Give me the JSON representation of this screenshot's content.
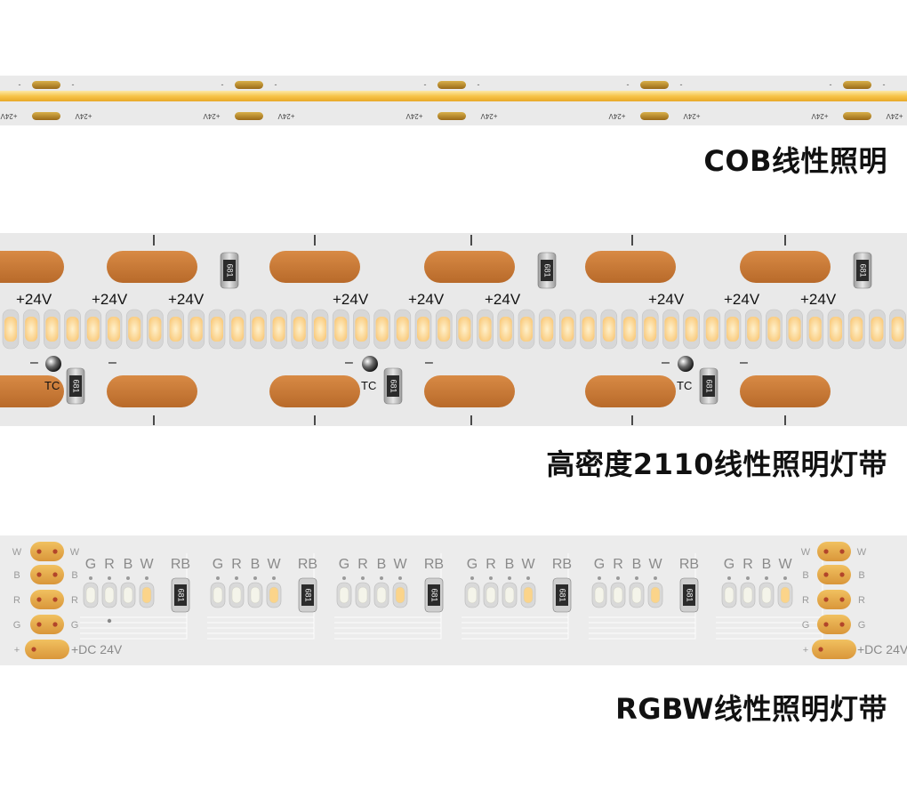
{
  "captions": {
    "cob": "COB线性照明",
    "hd": "高密度2110线性照明灯带",
    "rgbw": "RGBW线性照明灯带"
  },
  "cob_strip": {
    "minus": "-",
    "plus": "+",
    "pad_label": "+24V"
  },
  "hd_strip": {
    "voltage_label": "+24V",
    "minus_label": "–",
    "tc_label": "TC",
    "resistor_code": "681"
  },
  "rgbw_strip": {
    "channels": [
      "G",
      "R",
      "B",
      "W"
    ],
    "rb_label": "RB",
    "pad_labels": [
      "W",
      "B",
      "R",
      "G",
      "+"
    ],
    "dc_label": "+DC 24V",
    "resistor_code": "681"
  },
  "colors": {
    "strip_bg": "#eaeaea",
    "cob_phosphor": "#f7c44a",
    "copper": "#c77a3a",
    "led_warm": "#fbd79a",
    "gold_pad": "#e4a94a",
    "text_gray": "#8a8a8a"
  }
}
